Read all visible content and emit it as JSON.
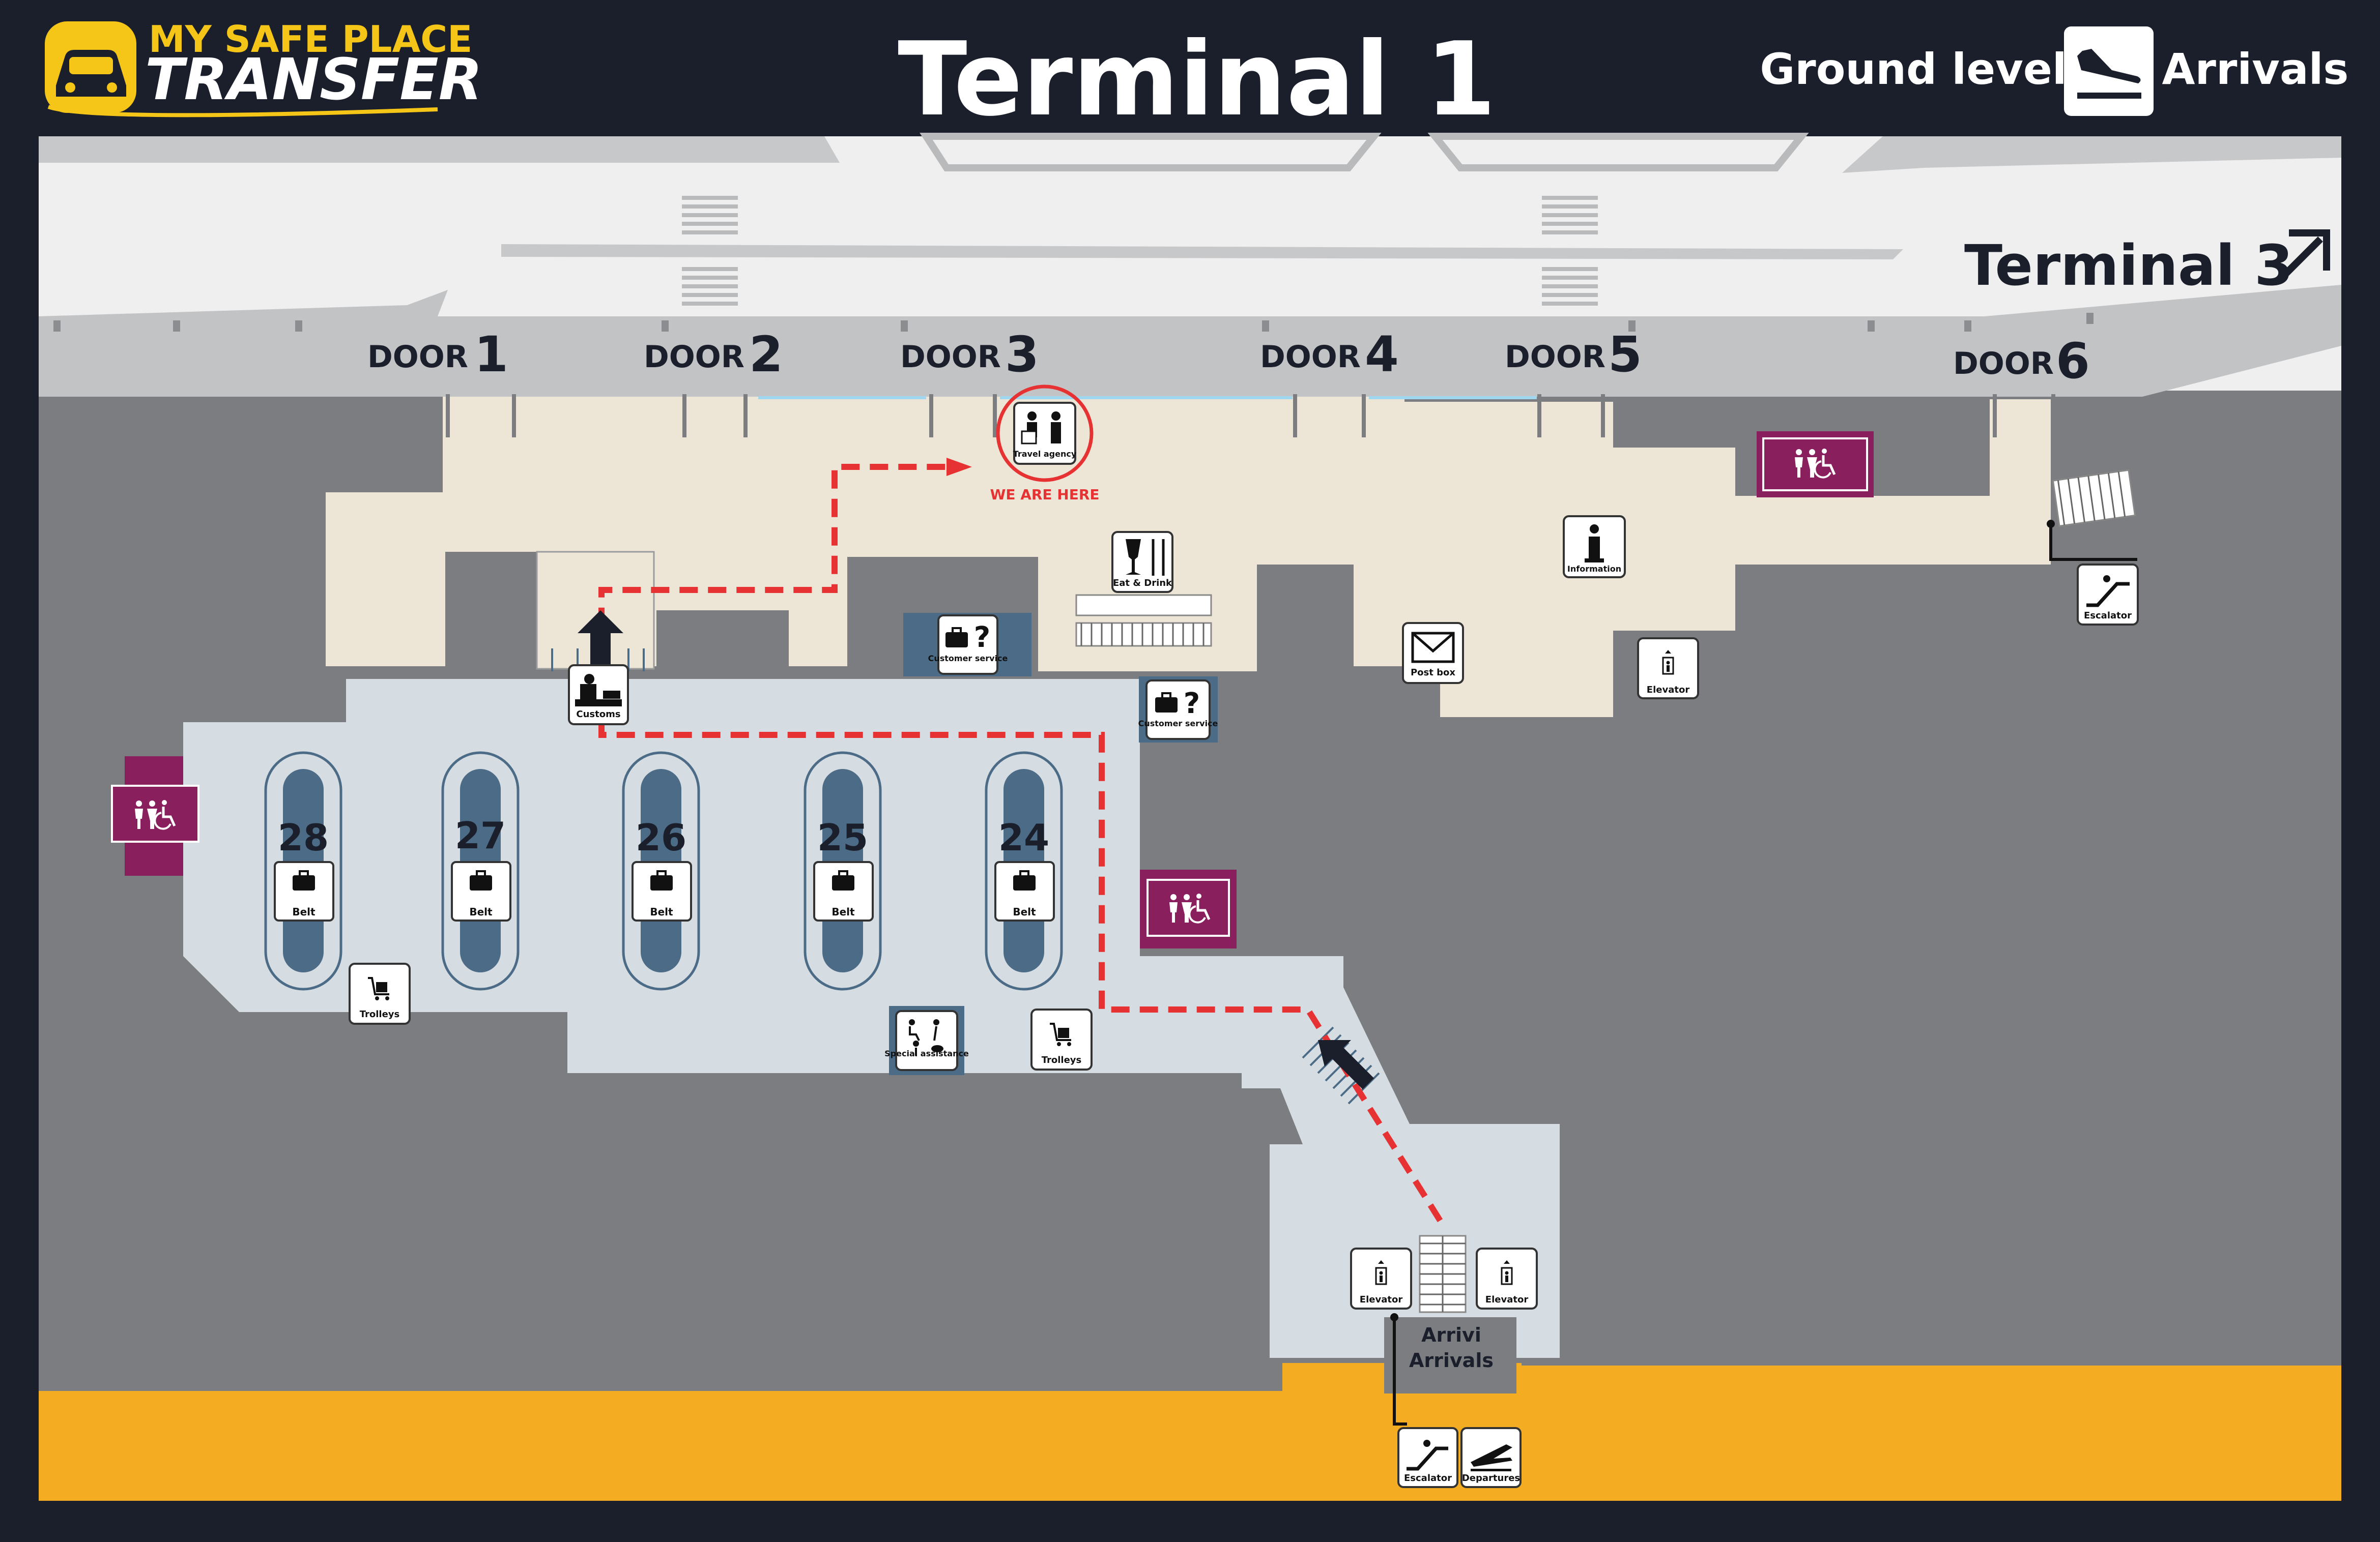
{
  "header": {
    "brand_line1": "MY SAFE PLACE",
    "brand_line2": "TRANSFER",
    "title": "Terminal 1",
    "level": "Ground level",
    "mode": "Arrivals"
  },
  "doors": [
    {
      "word": "DOOR",
      "num": "1"
    },
    {
      "word": "DOOR",
      "num": "2"
    },
    {
      "word": "DOOR",
      "num": "3"
    },
    {
      "word": "DOOR",
      "num": "4"
    },
    {
      "word": "DOOR",
      "num": "5"
    },
    {
      "word": "DOOR",
      "num": "6"
    }
  ],
  "terminal3": "Terminal 3",
  "you_are_here": "WE ARE HERE",
  "belts": [
    {
      "num": "28",
      "label": "Belt"
    },
    {
      "num": "27",
      "label": "Belt"
    },
    {
      "num": "26",
      "label": "Belt"
    },
    {
      "num": "25",
      "label": "Belt"
    },
    {
      "num": "24",
      "label": "Belt"
    }
  ],
  "services": {
    "travel_agency": "Travel agency",
    "eat_drink": "Eat & Drink",
    "information": "Information",
    "post_box": "Post box",
    "elevator": "Elevator",
    "escalator": "Escalator",
    "customer_service": "Customer service",
    "customs": "Customs",
    "trolleys": "Trolleys",
    "special_assistance": "Special assistance",
    "departures": "Departures"
  },
  "arrivals_label": {
    "line1": "Arrivi",
    "line2": "Arrivals"
  },
  "colors": {
    "frame": "#1a1f2b",
    "brand_yellow": "#f5c518",
    "cream_area": "#ede6d7",
    "light_area": "#d5dce2",
    "gray_block": "#7b7d80",
    "road": "#efeff0",
    "road_dark": "#b9babc",
    "belt": "#4b6b86",
    "restroom": "#8a1f5e",
    "route": "#e63232",
    "apron": "#f4ad22"
  }
}
